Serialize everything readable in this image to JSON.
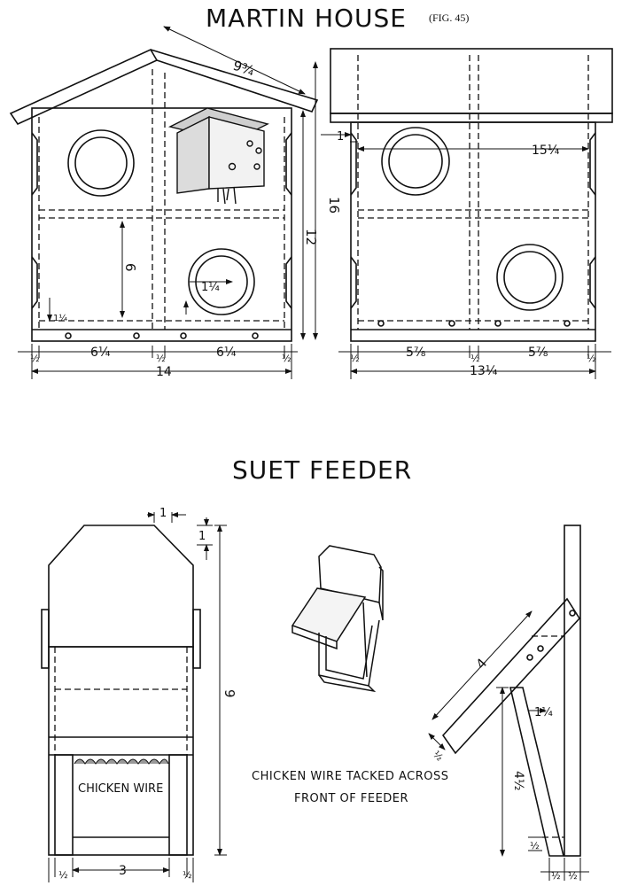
{
  "titles": {
    "martin_house": "MARTIN HOUSE",
    "fig": "(FIG. 45)",
    "suet_feeder": "SUET FEEDER"
  },
  "martin_front": {
    "roof_dim": "9¾",
    "height_total": "16",
    "height_wall": "12",
    "inner_height": "6",
    "hole_offset": "1¼",
    "small_dim": "1¼",
    "bottom_dims": [
      "½",
      "6¼",
      "½",
      "6¼",
      "½"
    ],
    "total_width": "14"
  },
  "martin_side": {
    "overhang": "1",
    "width_top": "15¼",
    "bottom_dims": [
      "½",
      "5⅞",
      "½",
      "5⅞",
      "½"
    ],
    "total_width": "13¼"
  },
  "suet_front": {
    "top_dim": "1",
    "side_dim": "1",
    "height": "9",
    "label": "CHICKEN WIRE",
    "bottom_dims": [
      "½",
      "3",
      "½"
    ]
  },
  "suet_note": {
    "line1": "CHICKEN WIRE TACKED ACROSS",
    "line2": "FRONT OF FEEDER"
  },
  "suet_side": {
    "arm_length": "4",
    "arm_thick": "½",
    "offset": "1¼",
    "height": "4½",
    "small": "½",
    "bottom_dims": [
      "½",
      "½"
    ]
  }
}
